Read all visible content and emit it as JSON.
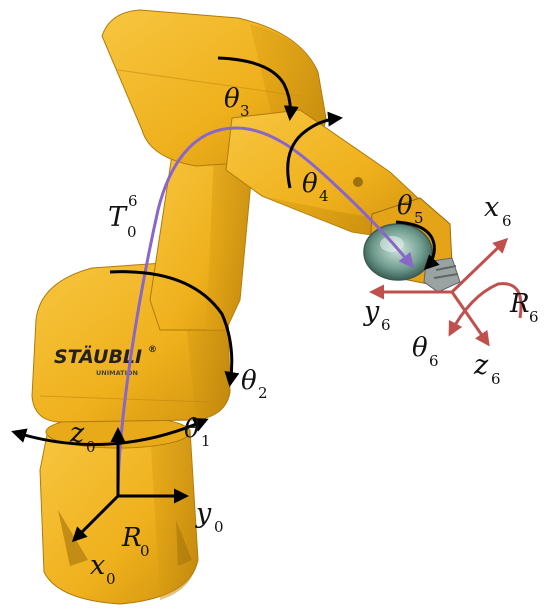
{
  "brand": {
    "name": "STÄUBLI",
    "mark": "®",
    "sub": "UNIMATION"
  },
  "labels": {
    "theta1": {
      "sym": "θ",
      "sub": "1"
    },
    "theta2": {
      "sym": "θ",
      "sub": "2"
    },
    "theta3": {
      "sym": "θ",
      "sub": "3"
    },
    "theta4": {
      "sym": "θ",
      "sub": "4"
    },
    "theta5": {
      "sym": "θ",
      "sub": "5"
    },
    "theta6": {
      "sym": "θ",
      "sub": "6"
    },
    "transform": {
      "sym": "T",
      "sub": "0",
      "sup": "6"
    },
    "base_frame": {
      "sym": "R",
      "sub": "0"
    },
    "end_frame": {
      "sym": "R",
      "sub": "6"
    },
    "x0": {
      "sym": "x",
      "sub": "0"
    },
    "y0": {
      "sym": "y",
      "sub": "0"
    },
    "z0": {
      "sym": "z",
      "sub": "0"
    },
    "x6": {
      "sym": "x",
      "sub": "6"
    },
    "y6": {
      "sym": "y",
      "sub": "6"
    },
    "z6": {
      "sym": "z",
      "sub": "6"
    }
  },
  "colors": {
    "robot_body": "#f2b51f",
    "robot_shade": "#d99a12",
    "robot_dark": "#b7800c",
    "base_frame_arrows": "#000000",
    "end_frame_arrows": "#c0504d",
    "kinematic_path": "#8a66c8",
    "joint_arrows": "#000000"
  }
}
